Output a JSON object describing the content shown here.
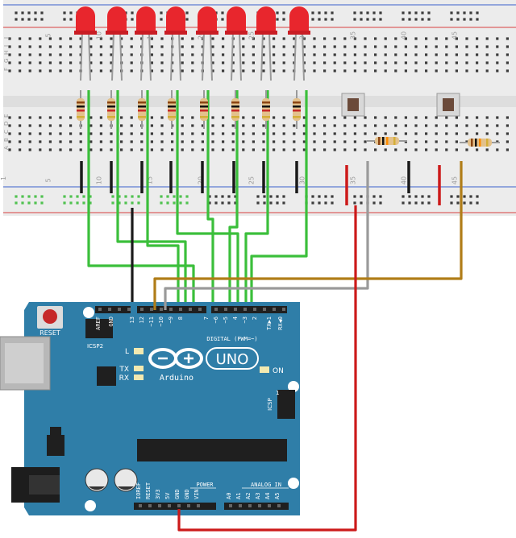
{
  "breadboard": {
    "column_numbers": [
      "5",
      "10",
      "15",
      "20",
      "25",
      "30",
      "35",
      "40",
      "45"
    ],
    "row_letters_top": [
      "J",
      "I",
      "H",
      "G",
      "F"
    ],
    "row_letters_bottom": [
      "E",
      "D",
      "C",
      "B",
      "A"
    ],
    "first_column_number": "1"
  },
  "arduino": {
    "brand": "Arduino",
    "model": "UNO",
    "reset_label": "RESET",
    "icsp2_label": "ICSP2",
    "icsp_label": "ICSP",
    "icsp_pin_number": "1",
    "digital_label": "DIGITAL (PWM=~)",
    "on_label": "ON",
    "led_labels": [
      "L",
      "TX",
      "RX"
    ],
    "top_header_labels": [
      "AREF",
      "GND",
      "13",
      "12",
      "~11",
      "~10",
      "~9",
      "8",
      "7",
      "~6",
      "~5",
      "4",
      "~3",
      "2",
      "TX▶1",
      "RX◀0"
    ],
    "power_label": "POWER",
    "analog_label": "ANALOG IN",
    "power_pins": [
      "IOREF",
      "RESET",
      "3V3",
      "5V",
      "GND",
      "GND",
      "VIN"
    ],
    "analog_pins": [
      "A0",
      "A1",
      "A2",
      "A3",
      "A4",
      "A5"
    ]
  },
  "components": {
    "led_count": 8,
    "led_color": "#e8262d",
    "resistor_count": 10,
    "pushbutton_count": 2
  },
  "colors": {
    "board_blue": "#2f7ea8",
    "wire_green": "#3bbf3b",
    "wire_black": "#1a1a1a",
    "wire_red": "#cc1a1a",
    "wire_gray": "#9a9a9a",
    "wire_brown": "#b07d18",
    "hole_green": "#4fc24f"
  }
}
